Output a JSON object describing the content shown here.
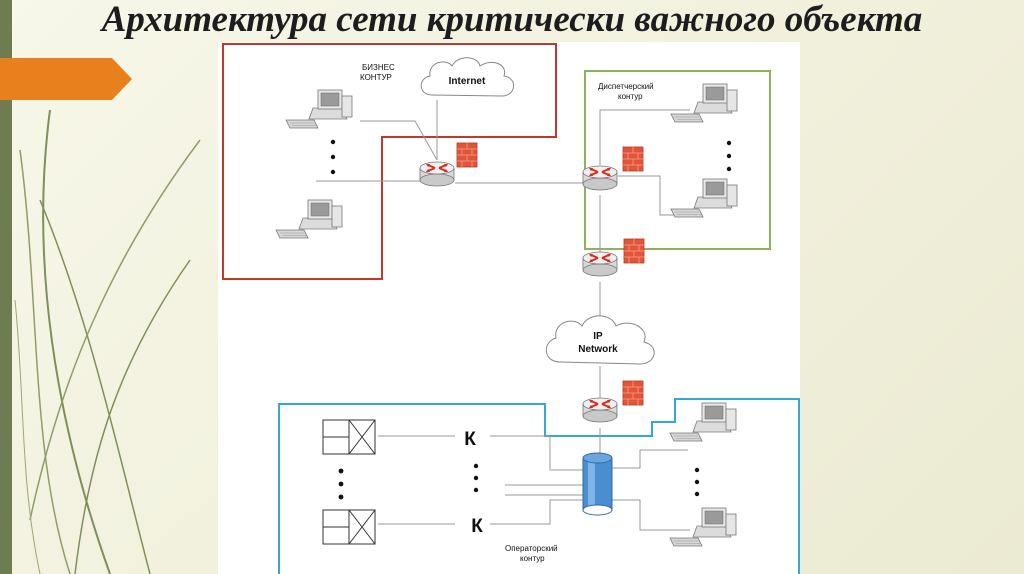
{
  "title": "Архитектура сети критически важного объекта",
  "diagram": {
    "business_zone_label": [
      "БИЗНЕС",
      "КОНТУР"
    ],
    "dispatcher_zone_label": [
      "Диспетчерский",
      "контур"
    ],
    "operator_zone_label": [
      "Операторский",
      "контур"
    ],
    "internet_label": "Internet",
    "ip_network_label": [
      "IP",
      "Network"
    ],
    "controller_labels": [
      "К",
      "К"
    ],
    "colors": {
      "business_border": "#c0392b",
      "dispatcher_border": "#8db35a",
      "operator_border": "#34a7d6",
      "firewall": "#e2553a",
      "accent_arrow": "#e8801e",
      "left_bar": "#6f7c52"
    },
    "icons": [
      "computer-icon",
      "router-icon",
      "firewall-icon",
      "cloud-icon",
      "database-icon",
      "controller-icon"
    ]
  }
}
